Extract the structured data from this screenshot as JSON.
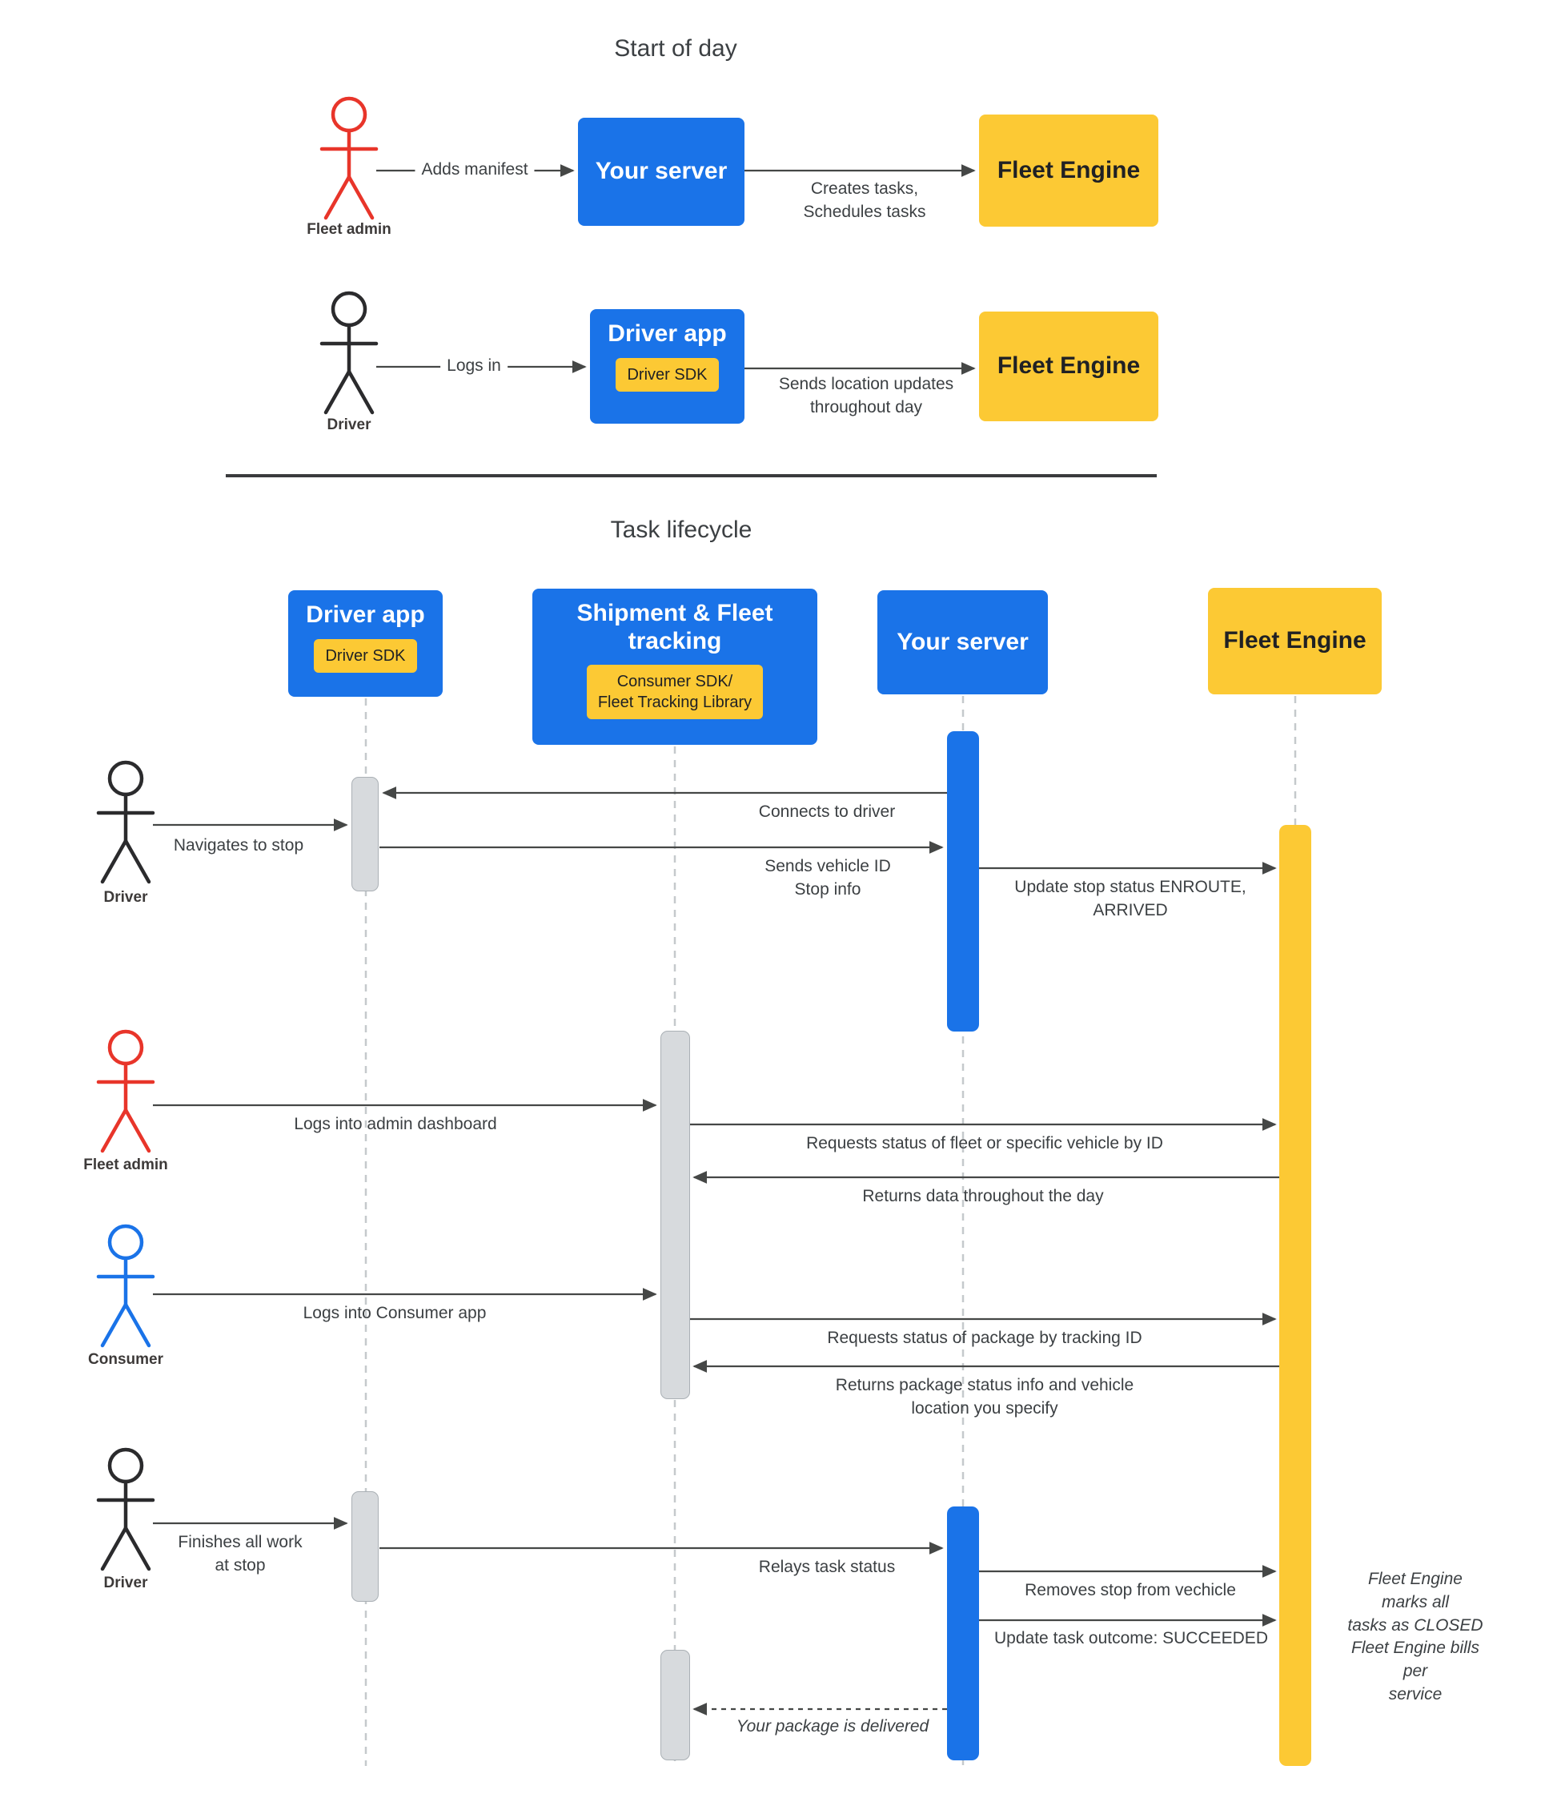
{
  "colors": {
    "google_blue": "#1a73e8",
    "google_yellow": "#fcc934",
    "activation_gray": "#d7dadd",
    "arrow_gray": "#454746",
    "actor_red": "#e8352a",
    "actor_black": "#2b2b2d",
    "actor_blue": "#1a73e8"
  },
  "start_of_day": {
    "title": "Start of day",
    "actors": {
      "fleet_admin": "Fleet admin",
      "driver": "Driver"
    },
    "nodes": {
      "your_server": "Your server",
      "fleet_engine_row1": "Fleet Engine",
      "driver_app": "Driver app",
      "driver_sdk": "Driver SDK",
      "fleet_engine_row2": "Fleet Engine"
    },
    "messages": {
      "adds_manifest": "Adds manifest",
      "creates_tasks": "Creates tasks,\nSchedules tasks",
      "logs_in": "Logs in",
      "sends_location": "Sends location updates\nthroughout day"
    }
  },
  "task_lifecycle": {
    "title": "Task lifecycle",
    "lifelines": {
      "driver_app": "Driver app",
      "driver_sdk": "Driver SDK",
      "shipment_tracking": "Shipment & Fleet tracking",
      "consumer_sdk": "Consumer SDK/\nFleet Tracking Library",
      "your_server": "Your server",
      "fleet_engine": "Fleet Engine"
    },
    "actors": {
      "driver_top": "Driver",
      "fleet_admin": "Fleet admin",
      "consumer": "Consumer",
      "driver_bottom": "Driver"
    },
    "messages": {
      "navigates_to_stop": "Navigates to stop",
      "connects_to_driver": "Connects to driver",
      "sends_vehicle_id": "Sends vehicle ID\nStop info",
      "update_stop_status": "Update stop status ENROUTE,\nARRIVED",
      "logs_into_admin": "Logs into admin dashboard",
      "requests_fleet_status": "Requests status of fleet or specific vehicle by ID",
      "returns_data": "Returns data throughout the day",
      "logs_into_consumer": "Logs into Consumer app",
      "requests_package_status": "Requests status of package  by tracking ID",
      "returns_package_status": "Returns package status info and vehicle\nlocation you specify",
      "finishes_work": "Finishes all work\nat stop",
      "relays_task_status": "Relays task status",
      "removes_stop": "Removes stop from vechicle",
      "update_task_outcome": "Update task outcome: SUCCEEDED",
      "package_delivered": "Your package is delivered"
    },
    "notes": {
      "marks_closed": "Fleet Engine marks all\ntasks as CLOSED",
      "bills_per_service": "Fleet Engine bills per\nservice"
    }
  }
}
